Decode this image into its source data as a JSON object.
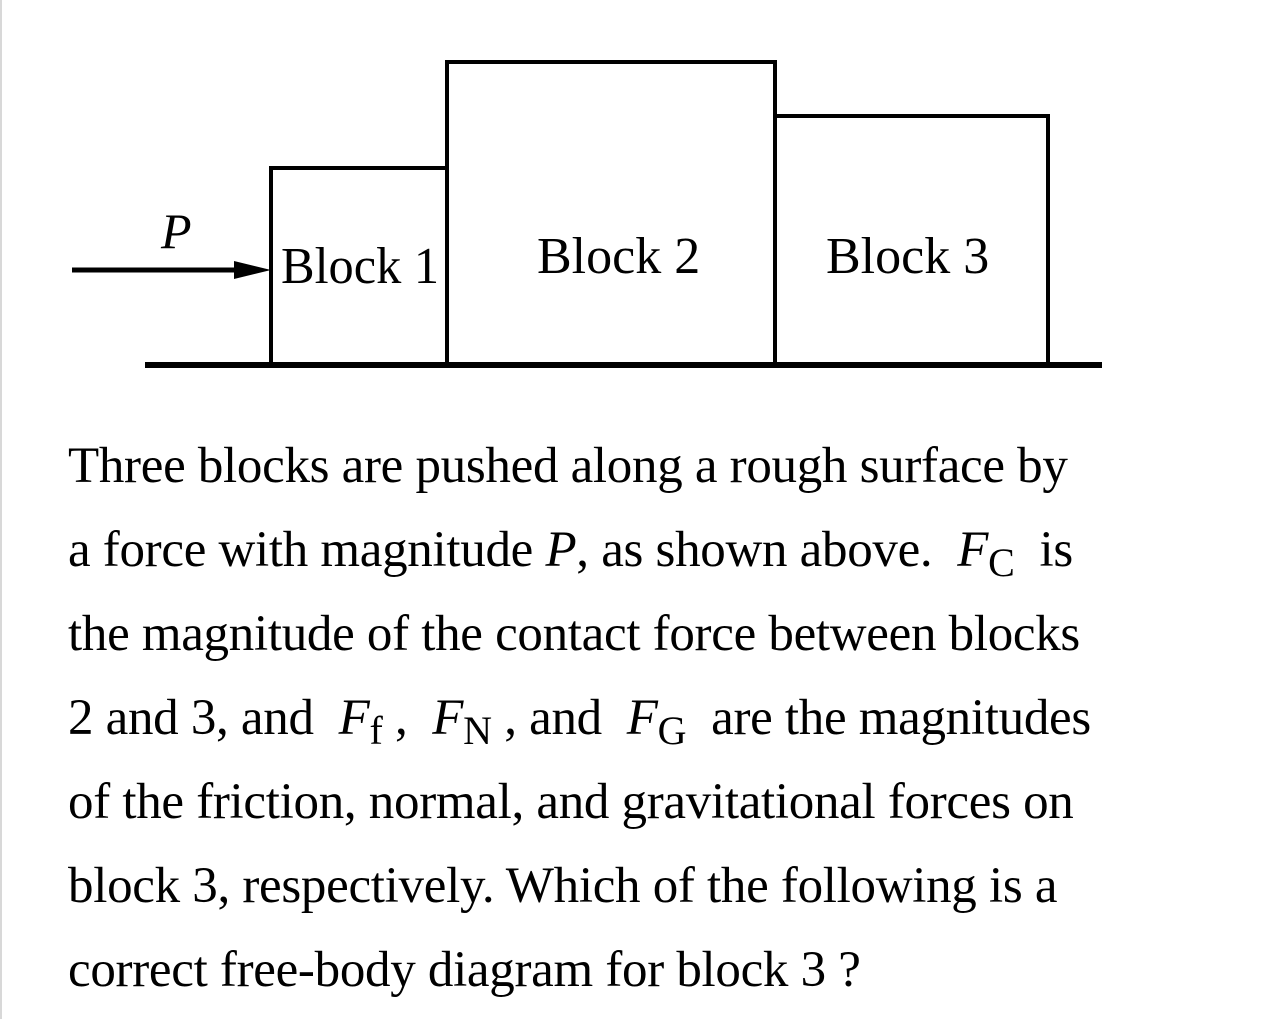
{
  "diagram": {
    "force_label": "P",
    "blocks": [
      "Block 1",
      "Block 2",
      "Block 3"
    ]
  },
  "question": {
    "line1": "Three blocks are pushed along a rough surface by",
    "line2_a": "a force with magnitude ",
    "line2_var": "P",
    "line2_b": ", as shown above.",
    "fc_var": "F",
    "fc_sub": "C",
    "line2_c": "is",
    "line3": "the magnitude of the contact force between blocks",
    "line4_a": "2 and 3, and",
    "ff_var": "F",
    "ff_sub": "f",
    "comma1": ",",
    "fn_var": "F",
    "fn_sub": "N",
    "line4_b": ", and",
    "fg_var": "F",
    "fg_sub": "G",
    "line4_c": "are the magnitudes",
    "line5": "of the friction, normal, and gravitational forces on",
    "line6": "block 3, respectively. Which of the following is a",
    "line7": "correct free-body diagram for block 3 ?"
  }
}
